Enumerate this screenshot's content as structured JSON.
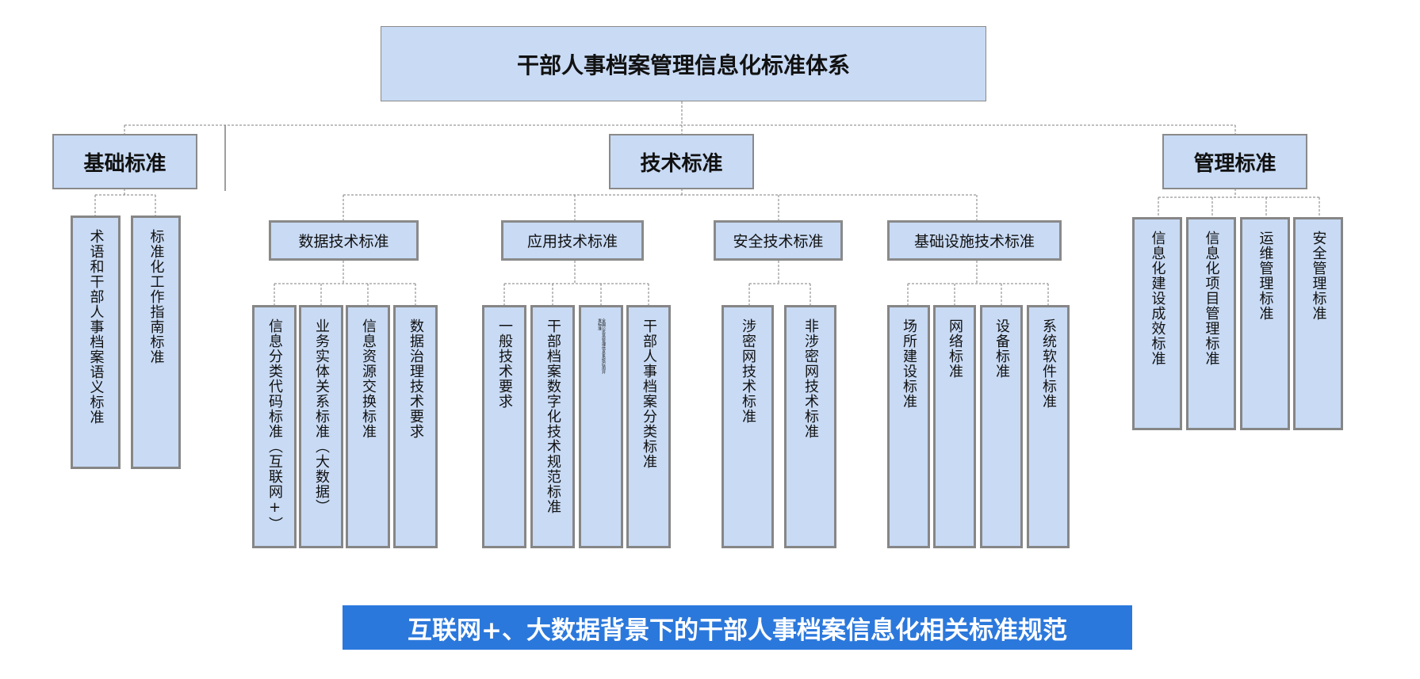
{
  "diagram": {
    "root": "干部人事档案管理信息化标准体系",
    "categories": {
      "basic": "基础标准",
      "technical": "技术标准",
      "management": "管理标准"
    },
    "basic_items": [
      "术语和干部人事档案语义标准",
      "标准化工作指南标准"
    ],
    "tech_groups": [
      {
        "label": "数据技术标准",
        "items": [
          "信息分类代码标准（互联网+）",
          "业务实体关系标准（大数据）",
          "信息资源交换标准",
          "数据治理技术要求"
        ]
      },
      {
        "label": "应用技术标准",
        "items": [
          "一般技术要求",
          "干部档案数字化技术规范标准",
          "全国公务员管理信息系统应用开发标准",
          "干部人事档案分类标准"
        ]
      },
      {
        "label": "安全技术标准",
        "items": [
          "涉密网技术标准",
          "非涉密网技术标准"
        ]
      },
      {
        "label": "基础设施技术标准",
        "items": [
          "场所建设标准",
          "网络标准",
          "设备标准",
          "系统软件标准"
        ]
      }
    ],
    "management_items": [
      "信息化建设成效标准",
      "信息化项目管理标准",
      "运维管理标准",
      "安全管理标准"
    ]
  },
  "banner": "互联网+、大数据背景下的干部人事档案信息化相关标准规范",
  "colors": {
    "box_fill": "#c8daf4",
    "box_border": "#8a8a8a",
    "banner_fill": "#2b78dc",
    "banner_text": "#ffffff",
    "connector": "#7f7f7f"
  }
}
